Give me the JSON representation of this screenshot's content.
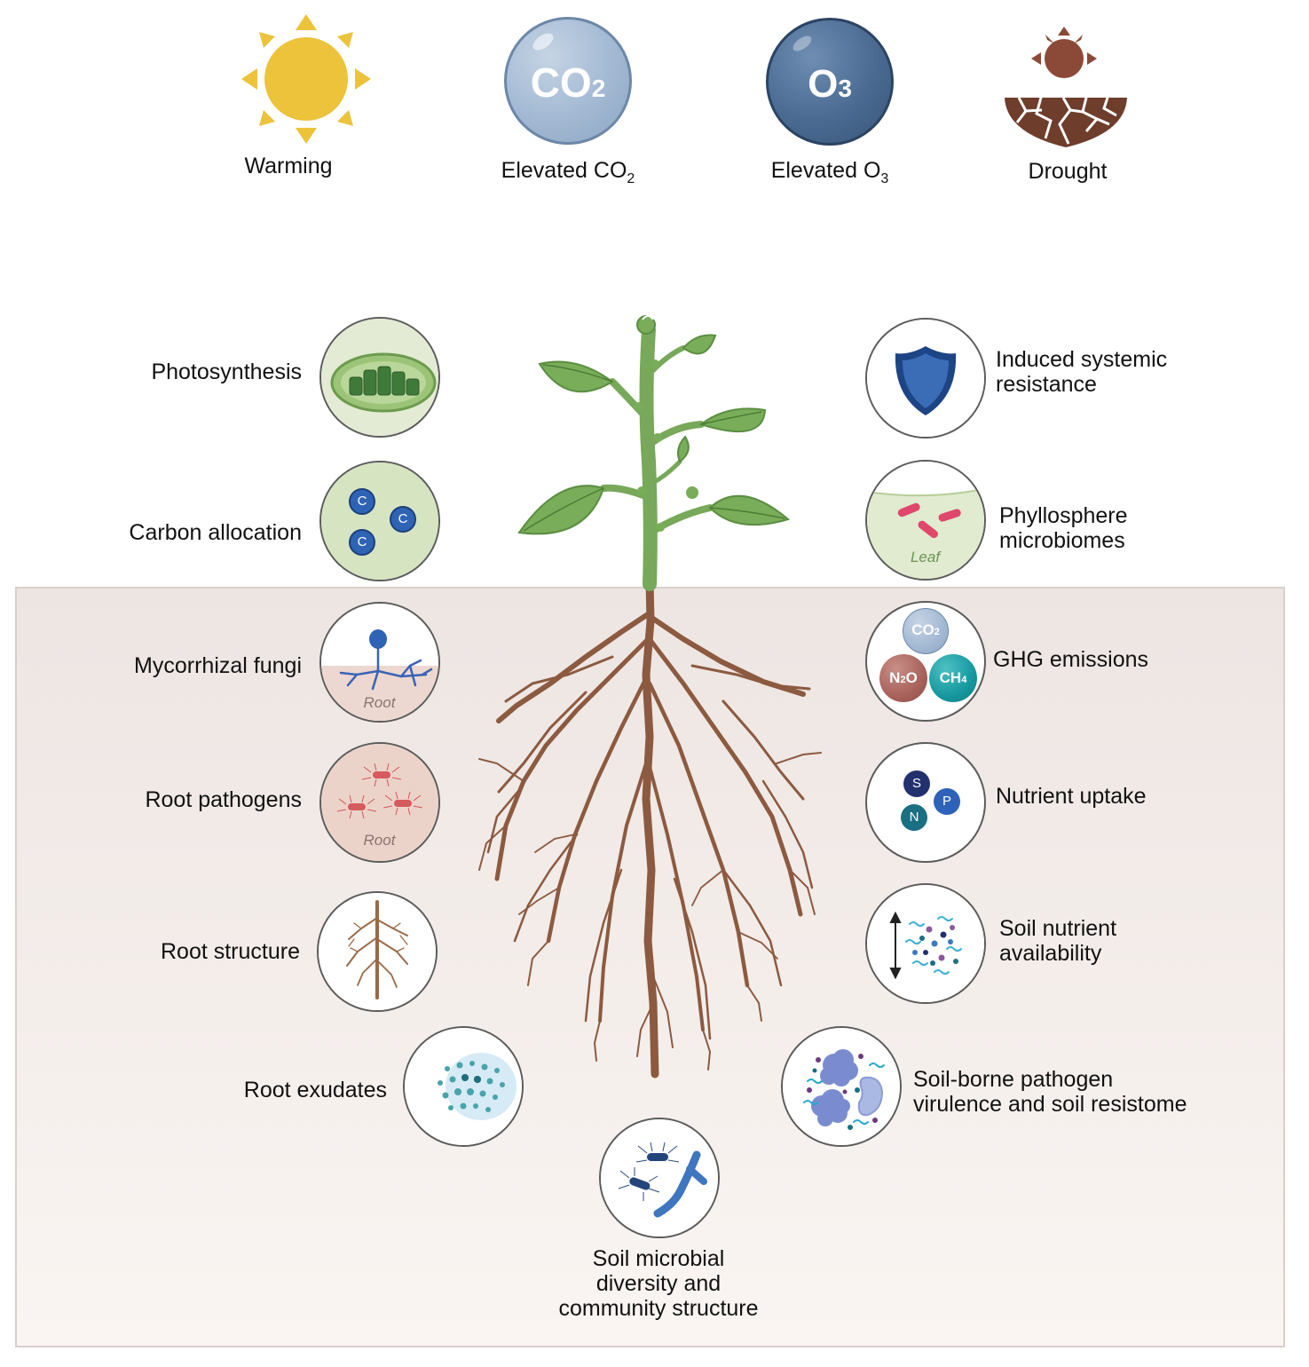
{
  "drivers": {
    "warming": "Warming",
    "co2_prefix": "Elevated CO",
    "co2_sub": "2",
    "o3_prefix": "Elevated O",
    "o3_sub": "3",
    "drought": "Drought",
    "co2_badge": "CO",
    "co2_badge_sub": "2",
    "o3_badge": "O",
    "o3_badge_sub": "3"
  },
  "left_items": {
    "photosynthesis": "Photosynthesis",
    "carbon_allocation": "Carbon allocation",
    "mycorrhizal_fungi": "Mycorrhizal fungi",
    "root_pathogens": "Root pathogens",
    "root_structure": "Root structure",
    "root_exudates": "Root exudates"
  },
  "right_items": {
    "isr_line1": "Induced systemic",
    "isr_line2": "resistance",
    "phyllo_line1": "Phyllosphere",
    "phyllo_line2": "microbiomes",
    "ghg": "GHG emissions",
    "nutrient_uptake": "Nutrient uptake",
    "soil_nutrient_line1": "Soil nutrient",
    "soil_nutrient_line2": "availability",
    "pathogen_line1": "Soil-borne pathogen",
    "pathogen_line2": "virulence and soil resistome"
  },
  "bottom_item": {
    "line1": "Soil microbial",
    "line2": "diversity and",
    "line3": "community structure"
  },
  "icon_text": {
    "carbon": "C",
    "root": "Root",
    "leaf": "Leaf",
    "ghg_co2": "CO",
    "ghg_co2_sub": "2",
    "ghg_n2o_a": "N",
    "ghg_n2o_sub": "2",
    "ghg_n2o_b": "O",
    "ghg_ch4": "CH",
    "ghg_ch4_sub": "4",
    "sulfur": "S",
    "phosphorus": "P",
    "nitrogen": "N"
  },
  "colors": {
    "sun": "#ecc33a",
    "co2_sphere": "#a2b8d3",
    "o3_sphere": "#4a6a92",
    "drought": "#6e3d2c",
    "stem": "#78a85a",
    "leaf": "#79ad59",
    "root": "#8c5a40",
    "soil_top": "#ede5e2",
    "soil_bottom": "#faf5f2"
  }
}
